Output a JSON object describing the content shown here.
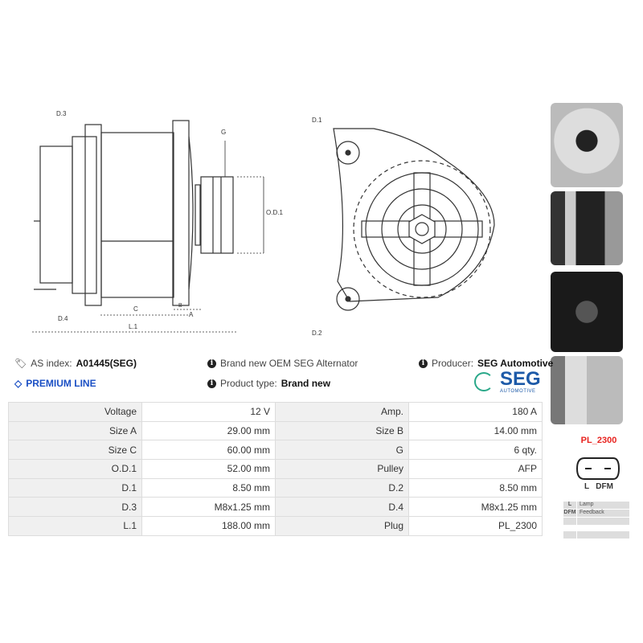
{
  "drawing": {
    "labels": {
      "d3": "D.3",
      "d4": "D.4",
      "g": "G",
      "od1": "O.D.1",
      "c": "C",
      "b": "B",
      "a": "A",
      "l1": "L.1",
      "d1": "D.1",
      "d2": "D.2"
    }
  },
  "info": {
    "as_index_label": "AS index:",
    "as_index_value": "A01445(SEG)",
    "premium": "PREMIUM LINE",
    "description": "Brand new OEM SEG Alternator",
    "product_type_label": "Product type:",
    "product_type_value": "Brand new",
    "producer_label": "Producer:",
    "producer_value": "SEG Automotive",
    "logo_text": "SEG",
    "logo_sub": "AUTOMOTIVE"
  },
  "specs": [
    [
      "Voltage",
      "12 V",
      "Amp.",
      "180 A"
    ],
    [
      "Size A",
      "29.00 mm",
      "Size B",
      "14.00 mm"
    ],
    [
      "Size C",
      "60.00 mm",
      "G",
      "6 qty."
    ],
    [
      "O.D.1",
      "52.00 mm",
      "Pulley",
      "AFP"
    ],
    [
      "D.1",
      "8.50 mm",
      "D.2",
      "8.50 mm"
    ],
    [
      "D.3",
      "M8x1.25 mm",
      "D.4",
      "M8x1.25 mm"
    ],
    [
      "L.1",
      "188.00 mm",
      "Plug",
      "PL_2300"
    ]
  ],
  "plug": {
    "name": "PL_2300",
    "pins": "L   DFM",
    "legend": [
      [
        "L",
        "Lamp"
      ],
      [
        "DFM",
        "Feedback"
      ],
      [
        "",
        ""
      ],
      [
        "",
        ""
      ]
    ]
  },
  "colors": {
    "premium": "#1a4fc4",
    "plug_name": "#e8231f",
    "logo_blue": "#1d5aa8",
    "logo_green": "#2aa889"
  }
}
